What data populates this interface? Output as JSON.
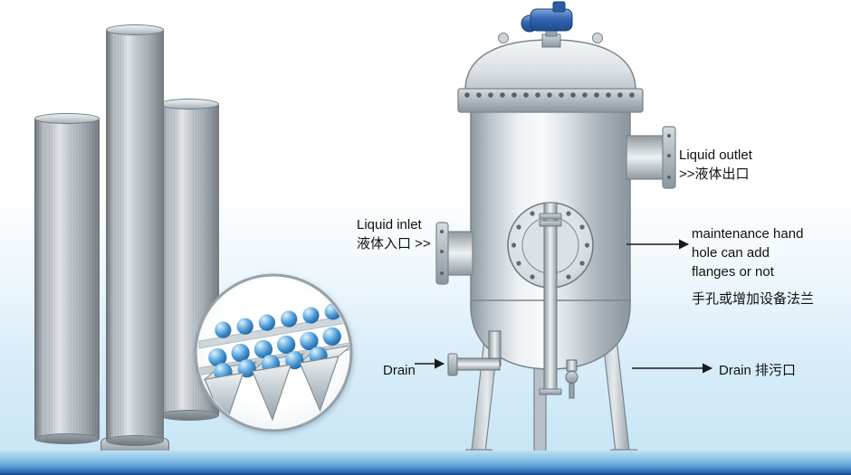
{
  "labels": {
    "liquid_outlet": {
      "en": "Liquid outlet",
      "zh": ">>液体出口"
    },
    "liquid_inlet": {
      "en": "Liquid inlet",
      "zh": "液体入口 >>"
    },
    "maintenance": {
      "en": "maintenance hand hole can add flanges or not",
      "zh": "手孔或增加设备法兰"
    },
    "drain_left": {
      "en": "Drain"
    },
    "drain_right": {
      "en": "Drain 排污口"
    }
  },
  "colors": {
    "sphere_blue": "#3f8fce",
    "motor_blue": "#2c5ca6",
    "vessel_light": "#eef2f4",
    "vessel_dark": "#8d98a0",
    "outline_gray": "#7b858d",
    "band_blue": "#5b9fd8",
    "band_blue_dark": "#16498a",
    "text_color": "#111111"
  }
}
